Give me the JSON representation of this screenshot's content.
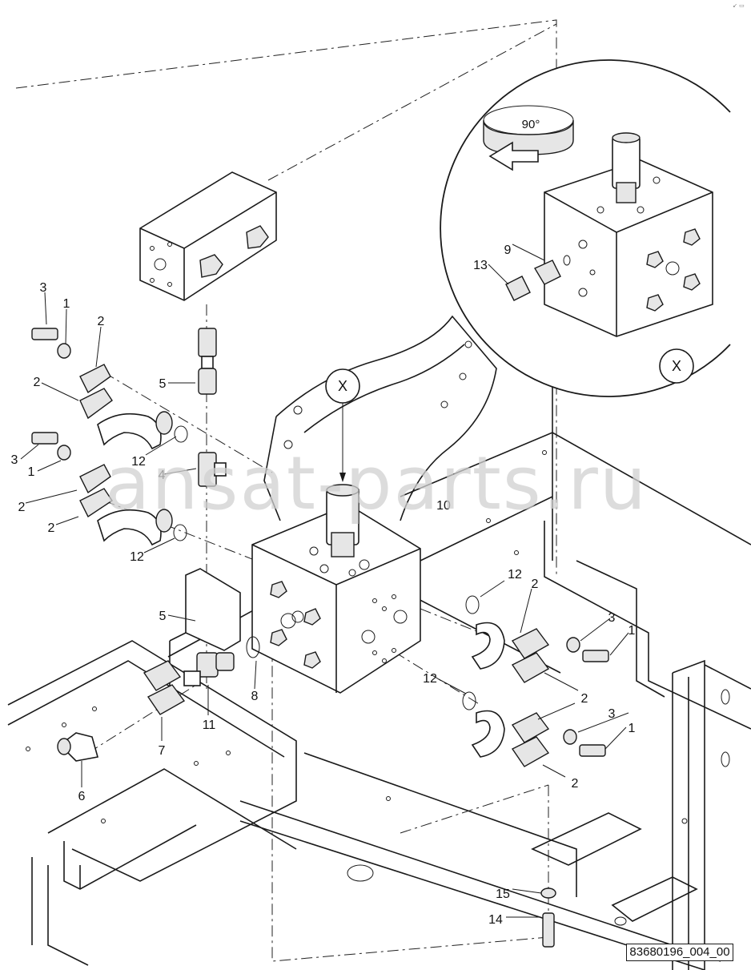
{
  "diagram": {
    "detail_label": "X",
    "rotation_label": "90°",
    "watermark": "ansat-parts.ru",
    "document_number": "83680196_004_00",
    "corner_mark": "↙ ▭",
    "callouts": {
      "c1a": "1",
      "c1b": "1",
      "c1c": "1",
      "c1d": "1",
      "c2a": "2",
      "c2b": "2",
      "c2c": "2",
      "c2d": "2",
      "c2e": "2",
      "c2f": "2",
      "c2g": "2",
      "c3a": "3",
      "c3b": "3",
      "c3c": "3",
      "c3d": "3",
      "c4": "4",
      "c5a": "5",
      "c5b": "5",
      "c6": "6",
      "c7": "7",
      "c8": "8",
      "c9": "9",
      "c10": "10",
      "c11": "11",
      "c12a": "12",
      "c12b": "12",
      "c12c": "12",
      "c12d": "12",
      "c13": "13",
      "c14": "14",
      "c15": "15"
    }
  }
}
